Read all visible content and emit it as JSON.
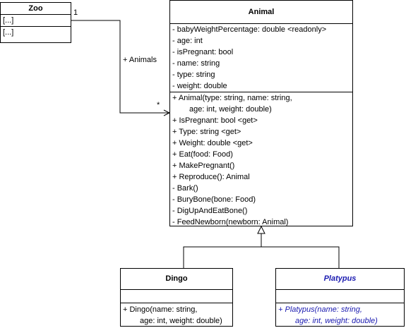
{
  "zoo": {
    "name": "Zoo",
    "attributes": [
      "[...]"
    ],
    "methods": [
      "[...]"
    ]
  },
  "animal": {
    "name": "Animal",
    "attributes": [
      "-  babyWeightPercentage: double <readonly>",
      "-  age: int",
      "-  isPregnant: bool",
      "-  name: string",
      "-  type: string",
      "-  weight: double"
    ],
    "methods": [
      "+ Animal(type: string, name: string,",
      "age: int, weight: double)",
      "+ IsPregnant: bool <get>",
      "+ Type: string <get>",
      "+ Weight: double <get>",
      "+ Eat(food: Food)",
      "+ MakePregnant()",
      "+ Reproduce(): Animal",
      "-  Bark()",
      "-  BuryBone(bone: Food)",
      "-  DigUpAndEatBone()",
      "-  FeedNewborn(newborn: Animal)"
    ]
  },
  "dingo": {
    "name": "Dingo",
    "methods": [
      "+ Dingo(name: string,",
      "age: int, weight: double)"
    ]
  },
  "platypus": {
    "name": "Platypus",
    "methods": [
      "+ Platypus(name: string,",
      "age: int, weight: double)"
    ]
  },
  "association": {
    "role": "+ Animals",
    "source_multiplicity": "1",
    "target_multiplicity": "*"
  },
  "colors": {
    "abstract_text": "#1a1ab0",
    "line": "#000000"
  }
}
